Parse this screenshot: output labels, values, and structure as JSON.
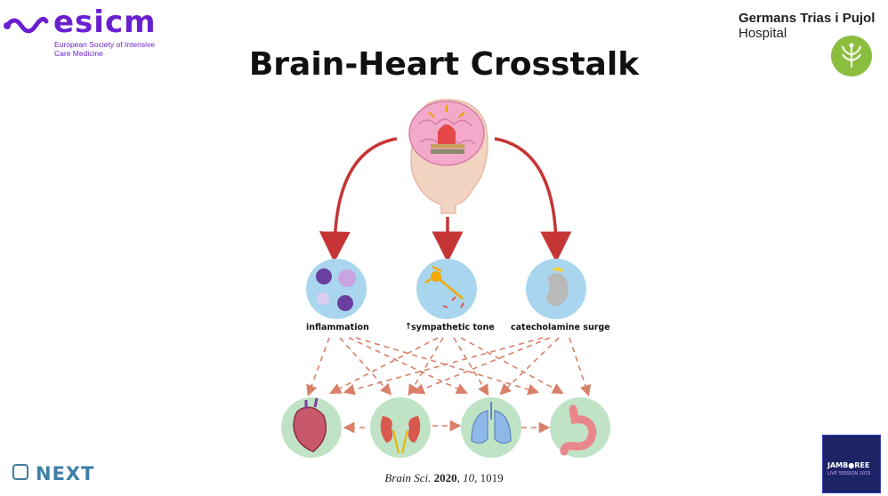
{
  "header": {
    "society_name": "esicm",
    "society_subtitle": "European Society of Intensive Care Medicine",
    "hospital_name": "Germans Trias i Pujol",
    "hospital_sub": "Hospital"
  },
  "title": "Brain-Heart Crosstalk",
  "mediators": [
    {
      "label": "inflammation"
    },
    {
      "label": "sympathetic tone"
    },
    {
      "label": "catecholamine surge"
    }
  ],
  "footer": {
    "next_label": "NEXT",
    "citation_journal": "Brain Sci.",
    "citation_year": "2020",
    "citation_volume": "10",
    "citation_pages": "1019",
    "jamboree_label": "JAMB●REE",
    "jamboree_sub": "LIVE SESSION 2025"
  },
  "colors": {
    "brand_purple": "#6a1fd0",
    "arrow_red": "#c63535",
    "dashed_arrow": "#d9806a",
    "mediator_circle": "#a9d6ee",
    "organ_circle": "#bfe3c4",
    "hospital_green": "#8bbe3f",
    "next_blue": "#3f7fa6"
  }
}
